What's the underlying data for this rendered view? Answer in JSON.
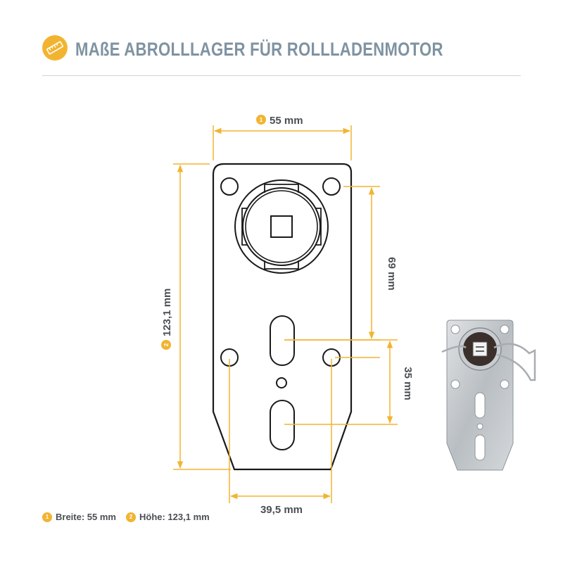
{
  "header": {
    "title": "MAßE ABROLLLAGER FÜR ROLLLADENMOTOR",
    "icon": "ruler-icon",
    "icon_color": "#f2b430",
    "title_color": "#7f93a1"
  },
  "dimensions": {
    "width": {
      "badge": "1",
      "label": "55 mm"
    },
    "height": {
      "badge": "2",
      "label": "123,1 mm"
    },
    "hole_vertical": {
      "label": "69 mm"
    },
    "slot_distance": {
      "label": "35 mm"
    },
    "hole_horizontal": {
      "label": "39,5 mm"
    }
  },
  "legend": {
    "items": [
      {
        "badge": "1",
        "text": "Breite: 55 mm"
      },
      {
        "badge": "2",
        "text": "Höhe: 123,1 mm"
      }
    ]
  },
  "colors": {
    "accent": "#f2b430",
    "outline": "#1a1a1a",
    "text": "#4a4f54"
  },
  "photo": {
    "icon": "mounting-plate-photo-icon"
  }
}
